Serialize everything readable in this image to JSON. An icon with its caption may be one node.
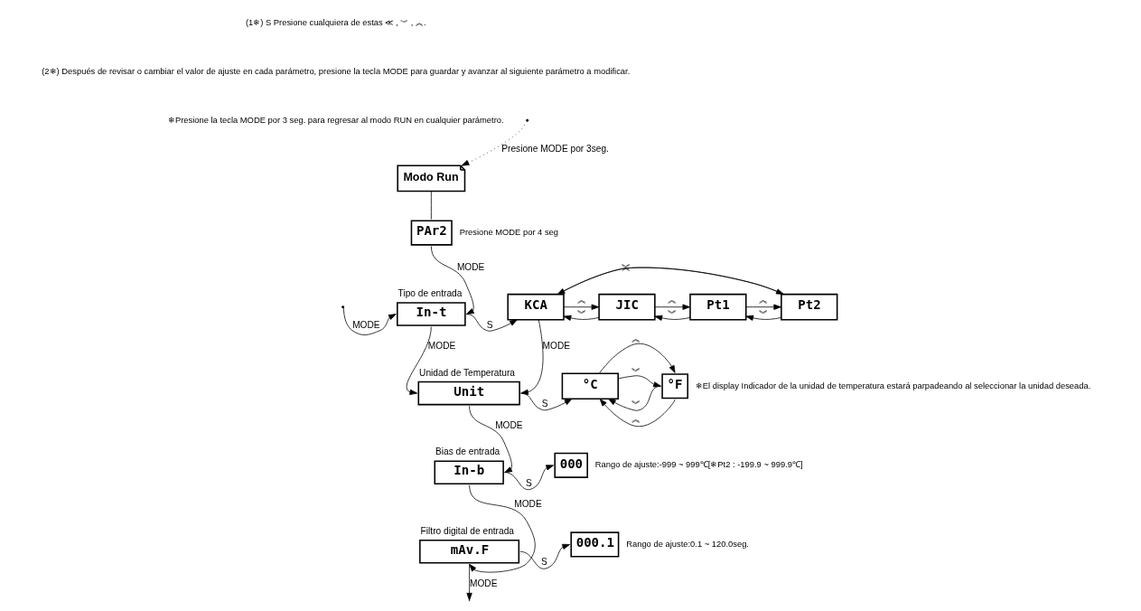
{
  "diagram": {
    "nodes": [
      {
        "text": [
          "Modo Run"
        ]
      },
      {
        "text": [
          "PAr2"
        ],
        "beside": [
          "Presione MODE por 4 seg"
        ]
      },
      {
        "text": [
          "Tipo de entrada",
          "In-t"
        ]
      },
      {
        "text": [
          "KCA"
        ]
      },
      {
        "text": [
          "JIC"
        ]
      },
      {
        "text": [
          "Pt1"
        ]
      },
      {
        "text": [
          "Pt2"
        ]
      },
      {
        "text": [
          "Unidad de Temperatura",
          "Unit"
        ]
      },
      {
        "text": [
          "°C"
        ]
      },
      {
        "text": [
          "°F"
        ],
        "beside": [
          "❄El display Indicador de la unidad de temperatura estará parpadeando al seleccionar la unidad deseada."
        ]
      },
      {
        "text": [
          "Bias de entrada",
          "In-b"
        ]
      },
      {
        "text": [
          "000"
        ],
        "beside": [
          "Rango de ajuste:-999 ~ 999℃[❄Pt2 : -199.9 ~ 999.9℃]"
        ]
      },
      {
        "text": [
          "Filtro digital de entrada",
          "mAv.F"
        ]
      },
      {
        "text": [
          "000.1"
        ],
        "beside": [
          "Rango de ajuste:0.1 ~ 120.0seg."
        ]
      }
    ],
    "edges": [
      {
        "from": null,
        "to": 0,
        "arrow": "to",
        "style": "dashed",
        "label": "Presione MODE por 3seg."
      },
      {
        "from": 0,
        "to": 1,
        "arrow": "none"
      },
      {
        "from": 1,
        "to": 2,
        "arrow": "to",
        "label": "MODE"
      },
      {
        "from": null,
        "to": 2,
        "arrow": "to",
        "label": "MODE"
      },
      {
        "from": 2,
        "to": 3,
        "arrow": "to",
        "label": "S"
      },
      {
        "from": 3,
        "to": 4,
        "arrow": "to",
        "label": "︽"
      },
      {
        "from": 4,
        "to": 3,
        "arrow": "to",
        "label": "︾"
      },
      {
        "from": 4,
        "to": 5,
        "arrow": "to",
        "label": "︽"
      },
      {
        "from": 5,
        "to": 4,
        "arrow": "to",
        "label": "︾"
      },
      {
        "from": 5,
        "to": 6,
        "arrow": "to",
        "label": "︽"
      },
      {
        "from": 6,
        "to": 5,
        "arrow": "to",
        "label": "︾"
      },
      {
        "from": 6,
        "to": 3,
        "arrow": "to",
        "label": "︽"
      },
      {
        "from": 3,
        "to": 6,
        "arrow": "to",
        "label": "︾"
      },
      {
        "from": 2,
        "to": 7,
        "arrow": "to",
        "label": "MODE"
      },
      {
        "from": 3,
        "to": 7,
        "arrow": "to",
        "label": "MODE"
      },
      {
        "from": 7,
        "to": 8,
        "arrow": "to",
        "label": "S"
      },
      {
        "from": 8,
        "to": 9,
        "arrow": "to",
        "label": "︽"
      },
      {
        "from": 9,
        "to": 8,
        "arrow": "to",
        "label": "︾"
      },
      {
        "from": 9,
        "to": 8,
        "arrow": "to",
        "label": "︽"
      },
      {
        "from": 8,
        "to": 9,
        "arrow": "to",
        "label": "︾"
      },
      {
        "from": 7,
        "to": 10,
        "arrow": "to",
        "label": "MODE"
      },
      {
        "from": 10,
        "to": 11,
        "arrow": "to",
        "label": "S"
      },
      {
        "from": 10,
        "to": 12,
        "arrow": "to",
        "label": "MODE"
      },
      {
        "from": 12,
        "to": 13,
        "arrow": "to",
        "label": "S"
      },
      {
        "from": 12,
        "to": null,
        "arrow": "to",
        "label": "MODE"
      }
    ],
    "labels": [
      "(1❄) S Presione cualquiera de estas ≪ , ︾ , ︽.",
      "(2❄) Después de revisar o cambiar el valor de ajuste en cada parámetro, presione la tecla MODE para guardar y avanzar al siguiente parámetro a modificar.",
      "❄Presione la tecla MODE por 3 seg. para regresar al modo RUN en cualquier parámetro."
    ]
  }
}
